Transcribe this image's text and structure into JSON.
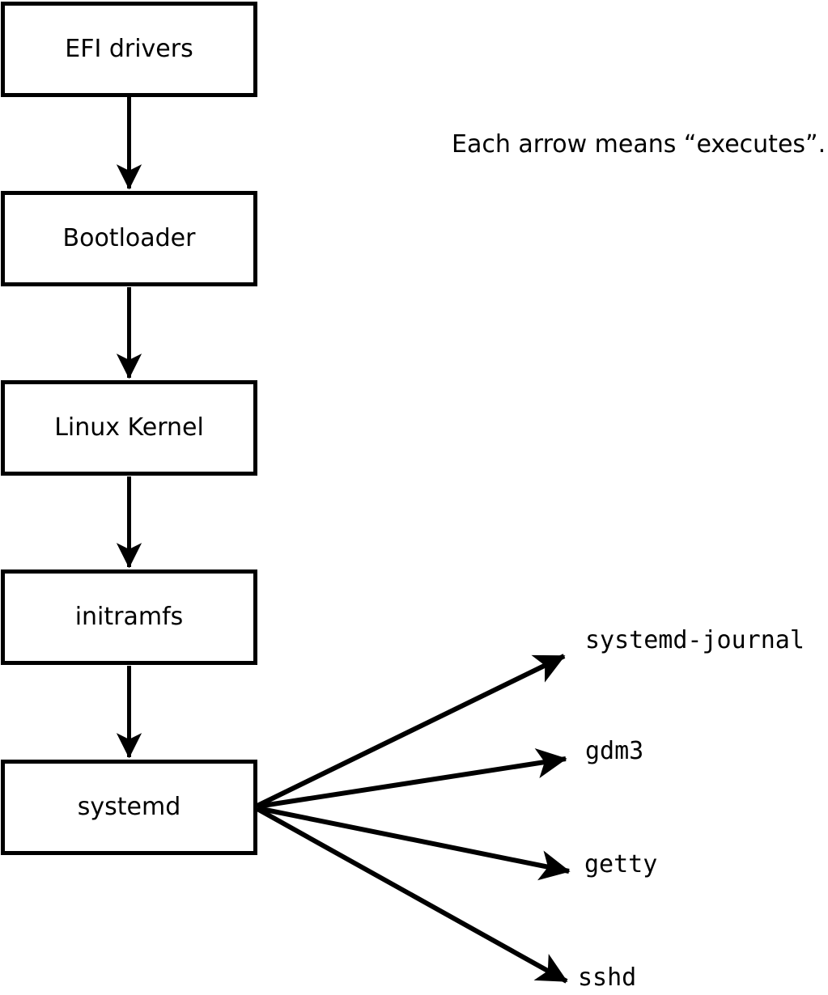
{
  "diagram": {
    "annotation": "Each arrow means “executes”.",
    "arrow_meaning": "executes",
    "colors": {
      "line": "#000000",
      "box_fill": "#ffffff",
      "background": "#ffffff"
    },
    "boxes": [
      {
        "label": "EFI drivers"
      },
      {
        "label": "Bootloader"
      },
      {
        "label": "Linux Kernel"
      },
      {
        "label": "initramfs"
      },
      {
        "label": "systemd"
      }
    ],
    "chain_arrows": [
      {
        "from": "EFI drivers",
        "to": "Bootloader"
      },
      {
        "from": "Bootloader",
        "to": "Linux Kernel"
      },
      {
        "from": "Linux Kernel",
        "to": "initramfs"
      },
      {
        "from": "initramfs",
        "to": "systemd"
      }
    ],
    "targets": [
      {
        "label": "systemd-journal"
      },
      {
        "label": "gdm3"
      },
      {
        "label": "getty"
      },
      {
        "label": "sshd"
      }
    ]
  }
}
